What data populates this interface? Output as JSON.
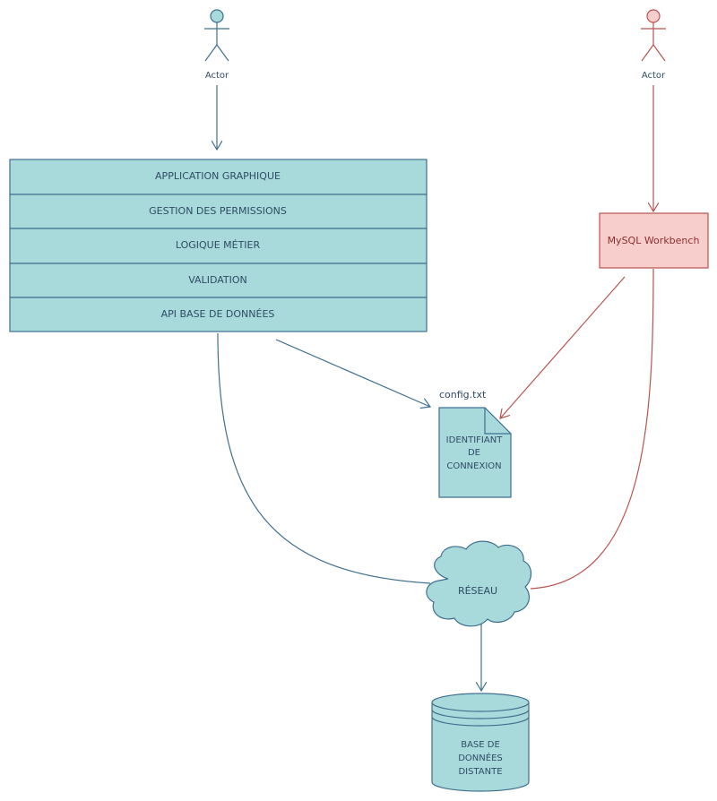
{
  "actors": {
    "left": {
      "label": "Actor",
      "color": "#a8dadc"
    },
    "right": {
      "label": "Actor",
      "color": "#f8cecc"
    }
  },
  "stack": {
    "layers": [
      "APPLICATION GRAPHIQUE",
      "GESTION DES PERMISSIONS",
      "LOGIQUE MÉTIER",
      "VALIDATION",
      "API BASE DE DONNÉES"
    ]
  },
  "workbench": {
    "label": "MySQL Workbench"
  },
  "config_file": {
    "filename": "config.txt",
    "lines": [
      "IDENTIFIANT",
      "DE",
      "CONNEXION"
    ]
  },
  "network": {
    "label": "RÉSEAU"
  },
  "database": {
    "lines": [
      "BASE DE",
      "DONNÉES",
      "DISTANTE"
    ]
  },
  "colors": {
    "blue_fill": "#a8dadc",
    "blue_stroke": "#3f6f8f",
    "pink_fill": "#f8cecc",
    "red_stroke": "#b85450"
  }
}
